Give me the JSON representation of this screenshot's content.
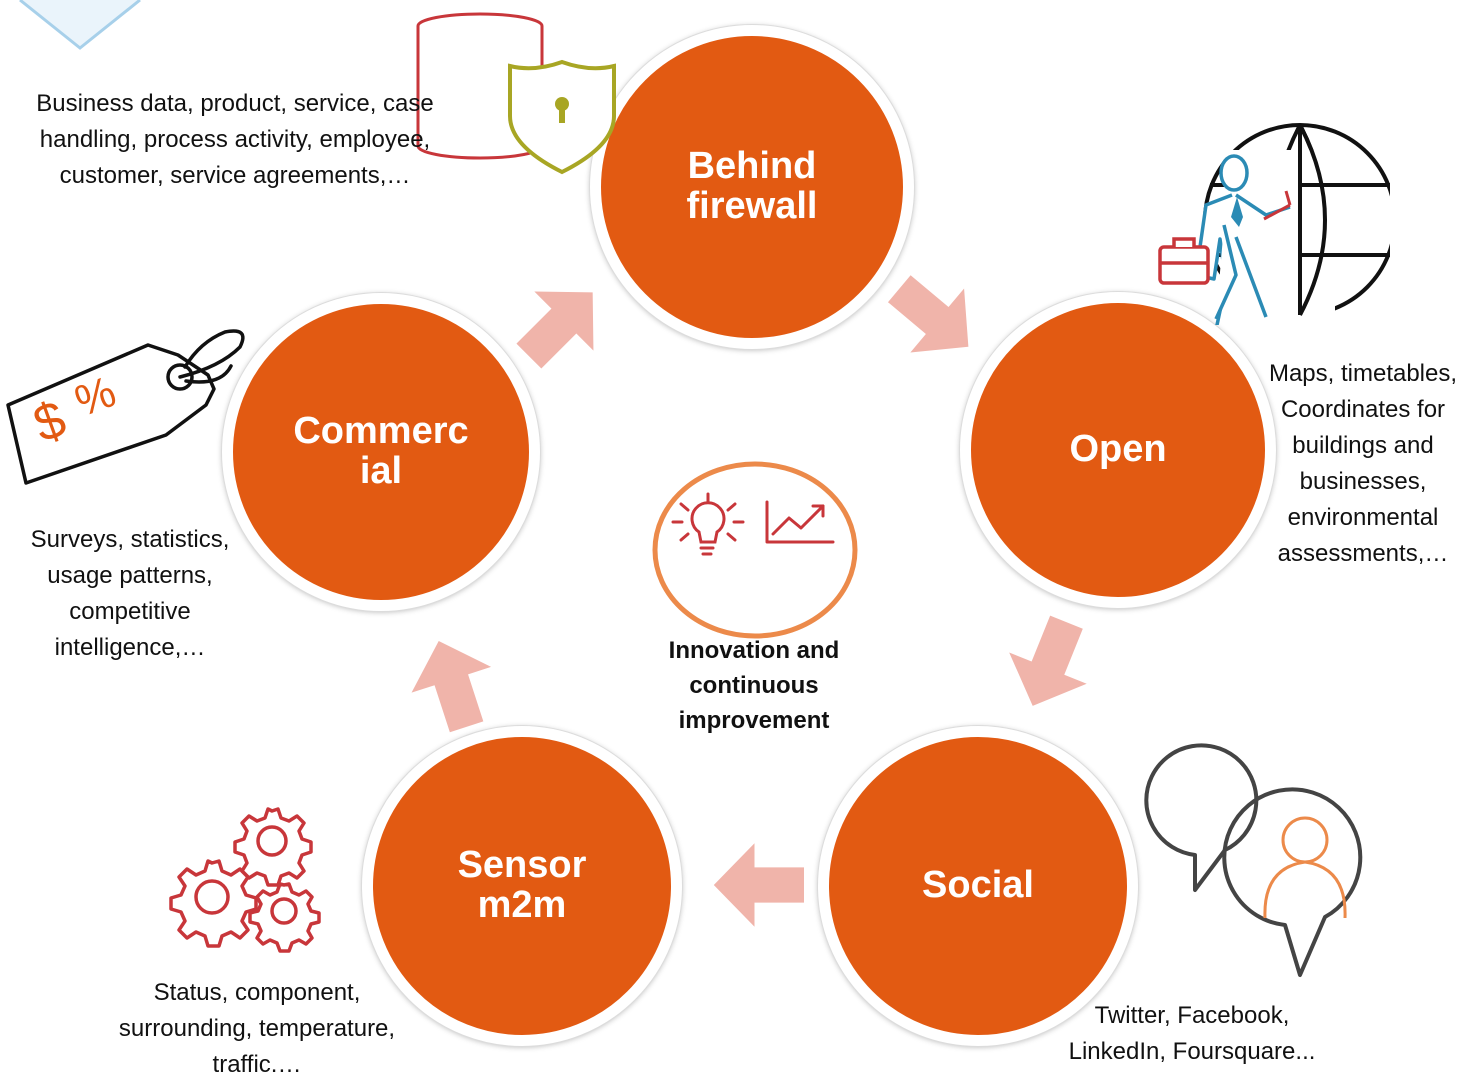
{
  "nodes": {
    "behind_firewall": "Behind\nfirewall",
    "open": "Open",
    "social": "Social",
    "sensor": "Sensor\nm2m",
    "commercial": "Commerc\nial"
  },
  "center": {
    "label": "Innovation and continuous improvement"
  },
  "captions": {
    "behind_firewall": "Business data, product, service, case handling, process activity, employee, customer, service agreements,…",
    "open": "Maps, timetables, Coordinates for buildings and businesses, environmental assessments,…",
    "social": "Twitter, Facebook, LinkedIn, Foursquare...",
    "sensor": "Status, component, surrounding, temperature, traffic.…",
    "commercial": "Surveys, statistics, usage patterns, competitive intelligence,…"
  },
  "icons": {
    "behind_firewall": "database-shield-icon",
    "open": "globe-businessman-icon",
    "social": "speech-bubbles-user-icon",
    "sensor": "gears-icon",
    "commercial": "price-tag-icon",
    "center": "lightbulb-chart-icon"
  },
  "colors": {
    "node_fill": "#e25a12",
    "arrow_fill": "#f0b4aa",
    "icon_red": "#c8363a",
    "icon_olive": "#a8a624",
    "icon_teal": "#2b8bb5",
    "icon_orange": "#ec8a4a",
    "icon_dark": "#222222"
  }
}
